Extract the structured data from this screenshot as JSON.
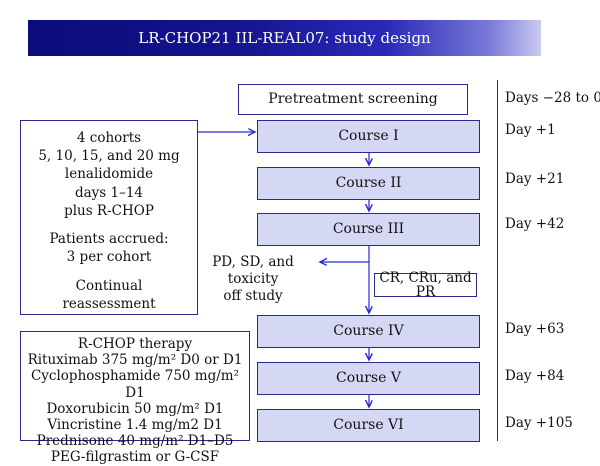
{
  "title": "LR-CHOP21 IIL-REAL07: study design",
  "pretreatment": "Pretreatment screening",
  "cohort_box": {
    "lines": [
      "4 cohorts",
      "5, 10, 15, and 20 mg",
      "lenalidomide",
      "days 1–14",
      "plus R-CHOP"
    ],
    "lines2": [
      "Patients accrued:",
      "3 per cohort"
    ],
    "lines3": [
      "Continual",
      "reassessment"
    ]
  },
  "courses": [
    "Course I",
    "Course II",
    "Course III",
    "Course IV",
    "Course V",
    "Course VI"
  ],
  "days": [
    "Days −28 to 0",
    "Day +1",
    "Day +21",
    "Day +42",
    "Day +63",
    "Day +84",
    "Day +105"
  ],
  "offstudy": [
    "PD, SD, and toxicity",
    "off study"
  ],
  "response": "CR, CRu, and PR",
  "rchop": {
    "title": "R-CHOP therapy",
    "items": [
      "Rituximab 375 mg/m² D0 or D1",
      "Cyclophosphamide 750 mg/m² D1",
      "Doxorubicin 50 mg/m² D1",
      "Vincristine 1.4 mg/m2 D1",
      "Prednisone 40 mg/m² D1–D5",
      "PEG-filgrastim or G-CSF"
    ]
  },
  "colors": {
    "course_fill": "#d5d8f5",
    "border": "#2a2a8e",
    "arrow": "#2a2ad0"
  }
}
